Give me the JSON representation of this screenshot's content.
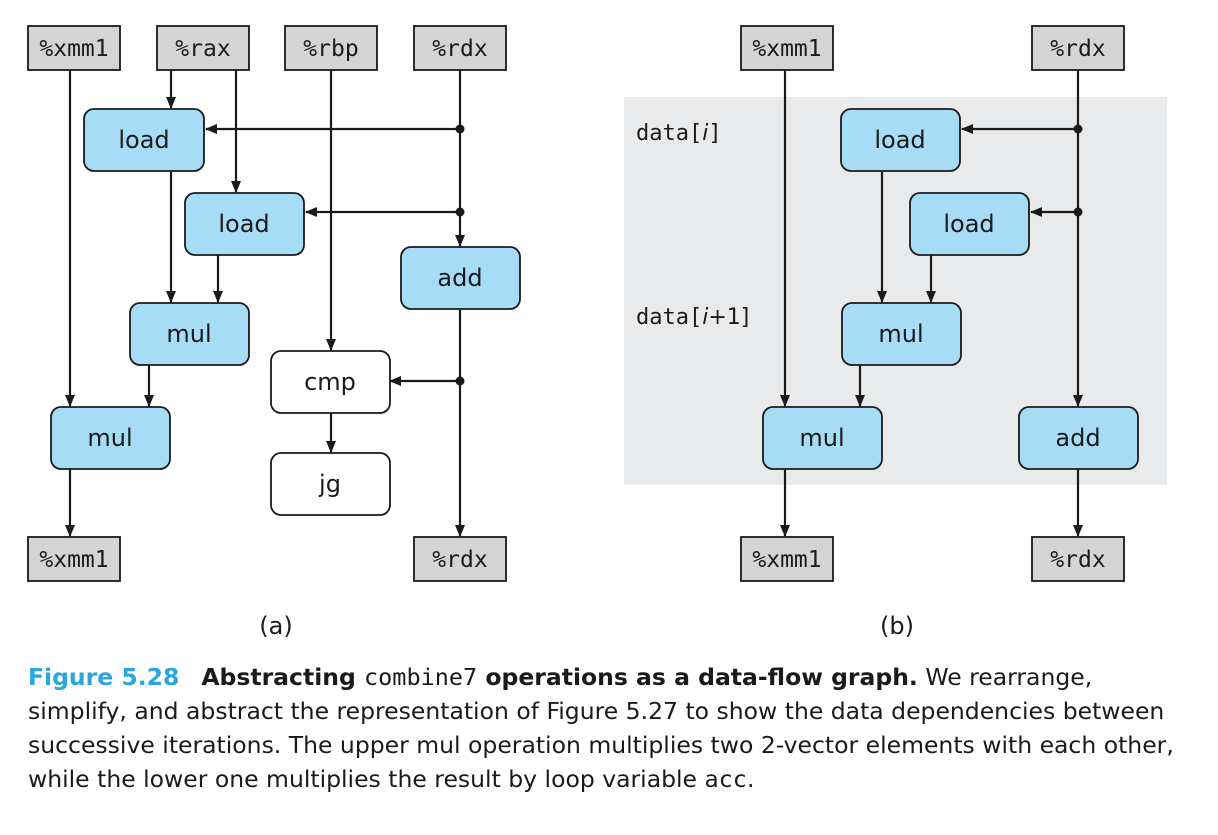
{
  "panel_a": {
    "registers": {
      "xmm1_in": "%xmm1",
      "rax_in": "%rax",
      "rbp_in": "%rbp",
      "rdx_in": "%rdx",
      "xmm1_out": "%xmm1",
      "rdx_out": "%rdx"
    },
    "ops": {
      "load1": "load",
      "load2": "load",
      "add": "add",
      "mul1": "mul",
      "cmp": "cmp",
      "mul2": "mul",
      "jg": "jg"
    },
    "label": "(a)"
  },
  "panel_b": {
    "registers": {
      "xmm1_in": "%xmm1",
      "rdx_in": "%rdx",
      "xmm1_out": "%xmm1",
      "rdx_out": "%rdx"
    },
    "ops": {
      "load1": "load",
      "load2": "load",
      "mul1": "mul",
      "mul2": "mul",
      "add": "add"
    },
    "annotations": {
      "data_i_prefix": "data[",
      "data_i_var": "i",
      "data_i_suffix": "]",
      "data_i1_prefix": "data[",
      "data_i1_var": "i",
      "data_i1_suffix": "+1]"
    },
    "label": "(b)"
  },
  "caption": {
    "figure_number": "Figure 5.28",
    "title_part1": "Abstracting",
    "title_code": "combine7",
    "title_part2": "operations as a data-flow graph.",
    "body_part1": "We rearrange, simplify, and abstract the representation of Figure 5.27 to show the data dependencies between successive iterations. The upper mul operation multiplies two 2-vector elements with each other, while the lower one multiplies the result by loop variable",
    "body_code": "acc",
    "body_end": "."
  },
  "colors": {
    "op_fill": "#a6dcf6",
    "reg_fill": "#d4d4d4",
    "panel_bg": "#e9eaeb",
    "figure_number": "#2aa6dd"
  }
}
